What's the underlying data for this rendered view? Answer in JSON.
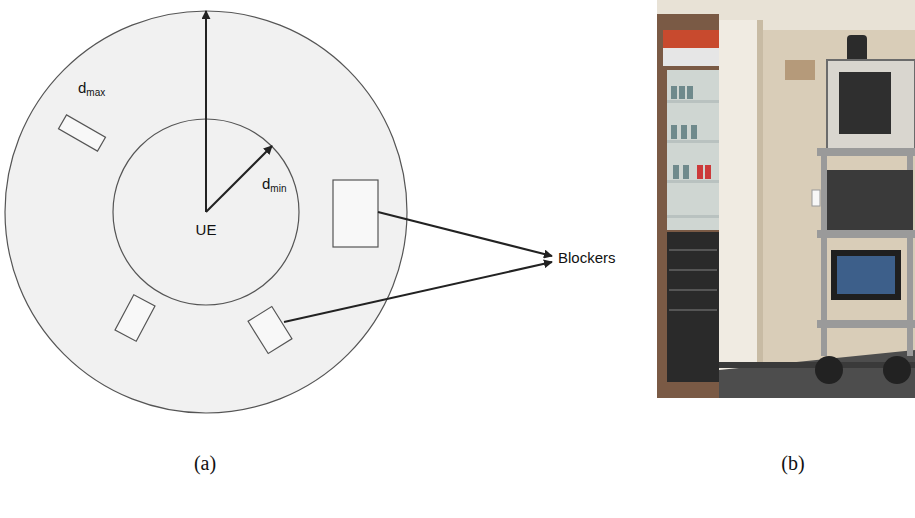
{
  "diagram": {
    "nodes": [
      {
        "text": [
          "dmax"
        ]
      },
      {
        "text": [
          "UE",
          "dmin"
        ],
        "in": 0
      }
    ],
    "labels": [
      "Blockers",
      "(a)",
      "(b)"
    ]
  }
}
